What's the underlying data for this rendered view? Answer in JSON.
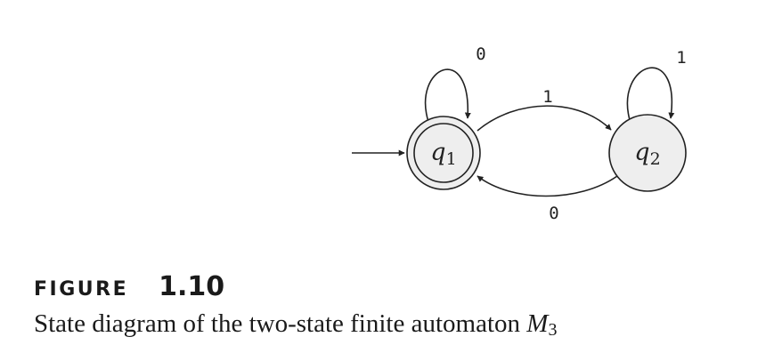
{
  "diagram": {
    "states": [
      {
        "id": "q1",
        "symbol": "q",
        "subscript": "1",
        "start": true,
        "accept": true
      },
      {
        "id": "q2",
        "symbol": "q",
        "subscript": "2",
        "start": false,
        "accept": false
      }
    ],
    "transitions": [
      {
        "from": "q1",
        "to": "q1",
        "label": "0"
      },
      {
        "from": "q1",
        "to": "q2",
        "label": "1"
      },
      {
        "from": "q2",
        "to": "q2",
        "label": "1"
      },
      {
        "from": "q2",
        "to": "q1",
        "label": "0"
      }
    ]
  },
  "caption": {
    "figure_word": "FIGURE",
    "figure_number": "1.10",
    "text": "State diagram of the two-state finite automaton ",
    "machine_symbol": "M",
    "machine_subscript": "3"
  }
}
